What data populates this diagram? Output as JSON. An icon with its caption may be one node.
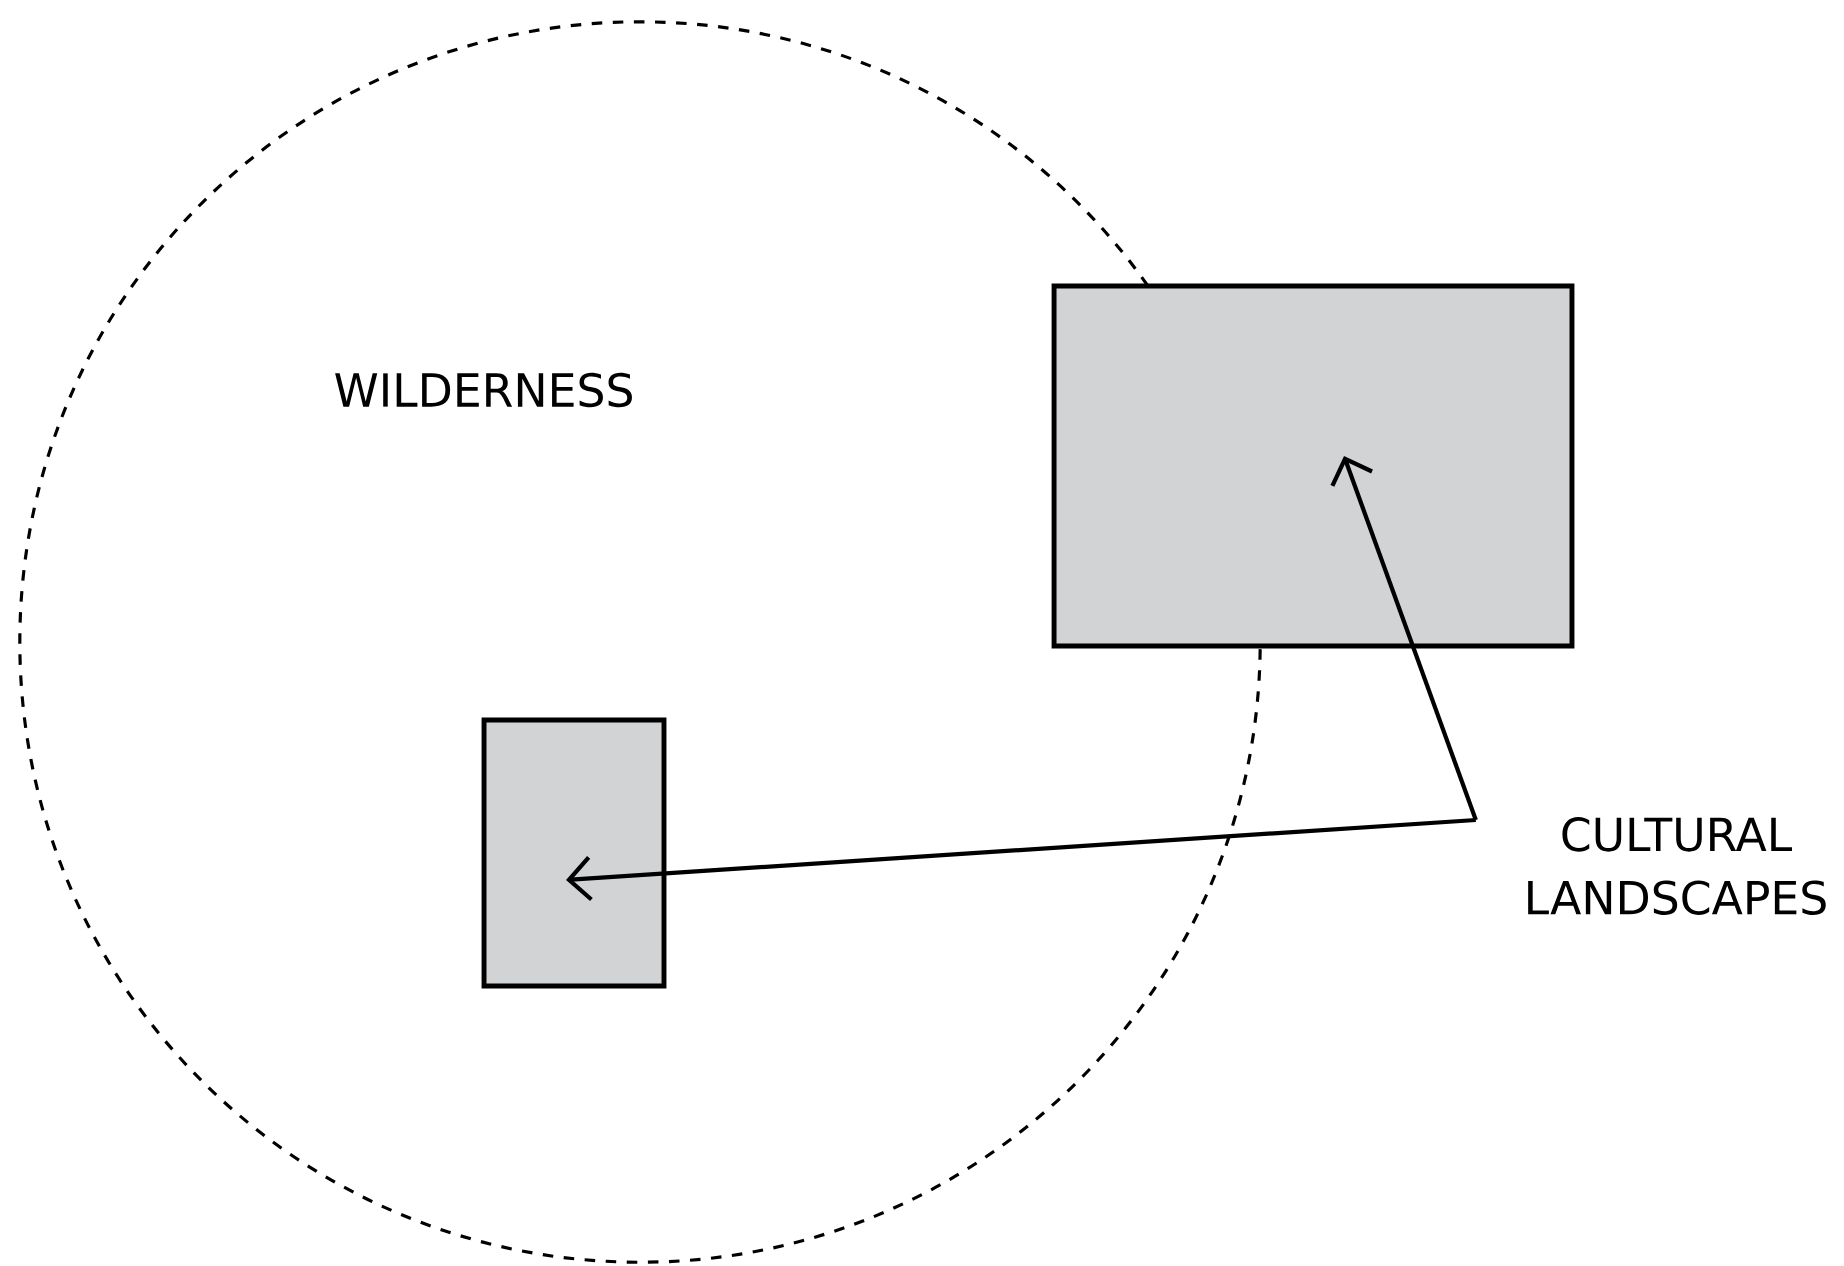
{
  "diagram": {
    "nodes": [
      {
        "text": [
          "WILDERNESS"
        ]
      },
      {
        "text": [],
        "shape": "box"
      },
      {
        "text": [],
        "shape": "box",
        "in": 0
      },
      {
        "text": [
          "CULTURAL LANDSCAPES"
        ]
      }
    ],
    "edges": [
      {
        "from": 3,
        "to": 1,
        "arrow": "to"
      },
      {
        "from": 3,
        "to": 2,
        "arrow": "to"
      }
    ]
  }
}
